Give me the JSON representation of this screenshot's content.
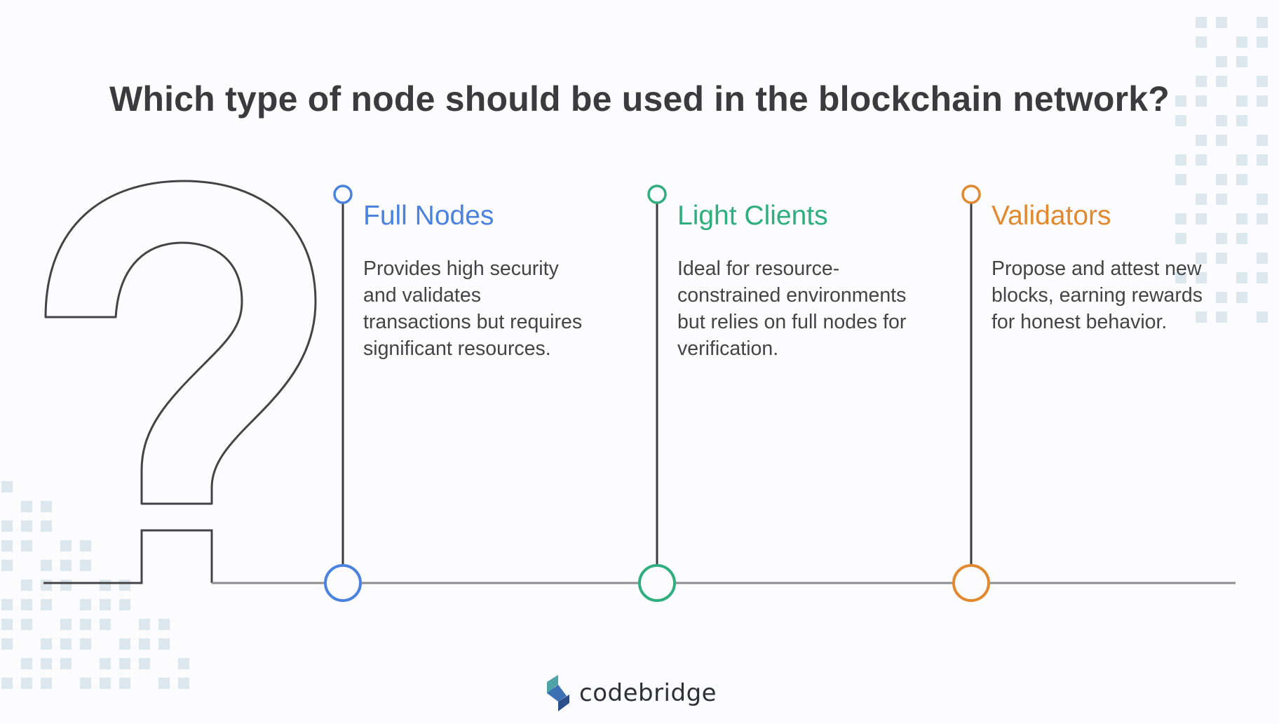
{
  "title": "Which type of node should be used in the blockchain network?",
  "nodes": [
    {
      "title": "Full Nodes",
      "description": "Provides high security and validates transactions but requires significant resources.",
      "color": "#4a82e0"
    },
    {
      "title": "Light Clients",
      "description": "Ideal for resource-constrained environments but relies on full nodes for verification.",
      "color": "#2fae7e"
    },
    {
      "title": "Validators",
      "description": "Propose and attest new blocks, earning rewards for honest behavior.",
      "color": "#e2892f"
    }
  ],
  "logo": {
    "text": "codebridge",
    "icon": "codebridge-logo-icon"
  },
  "colors": {
    "line": "#888888",
    "stem": "#3c3c3e",
    "question_outline": "#444446",
    "pixel_decor": "#dce8ee"
  }
}
